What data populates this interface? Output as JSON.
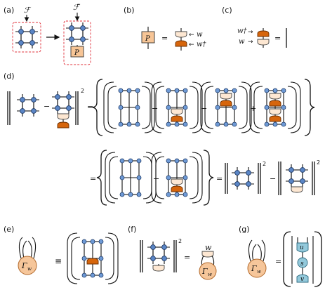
{
  "panel_labels": {
    "a": "(a)",
    "b": "(b)",
    "c": "(c)",
    "d": "(d)",
    "e": "(e)",
    "f": "(f)",
    "g": "(g)"
  },
  "symbols": {
    "F": "ℱ",
    "F_tilde": "ℱ̃",
    "P": "P",
    "w": "w",
    "w_dag": "w†",
    "w_base": "w",
    "dag": "†",
    "gamma": "Γ",
    "gamma_sub": "w",
    "u": "u",
    "s": "s",
    "v": "v",
    "equals": "=",
    "equiv": "≡",
    "minus": "−",
    "plus": "+",
    "power2": "2",
    "arrow_in": "←",
    "arrow_out": "→"
  },
  "colors": {
    "node": "#5b86c6",
    "projector": "#f7c596",
    "isometry": "#fde7d2",
    "isometry_dag": "#d6650c",
    "gamma": "#f6c69a",
    "svd": "#93c9db",
    "dashed_box": "#e0303a"
  }
}
